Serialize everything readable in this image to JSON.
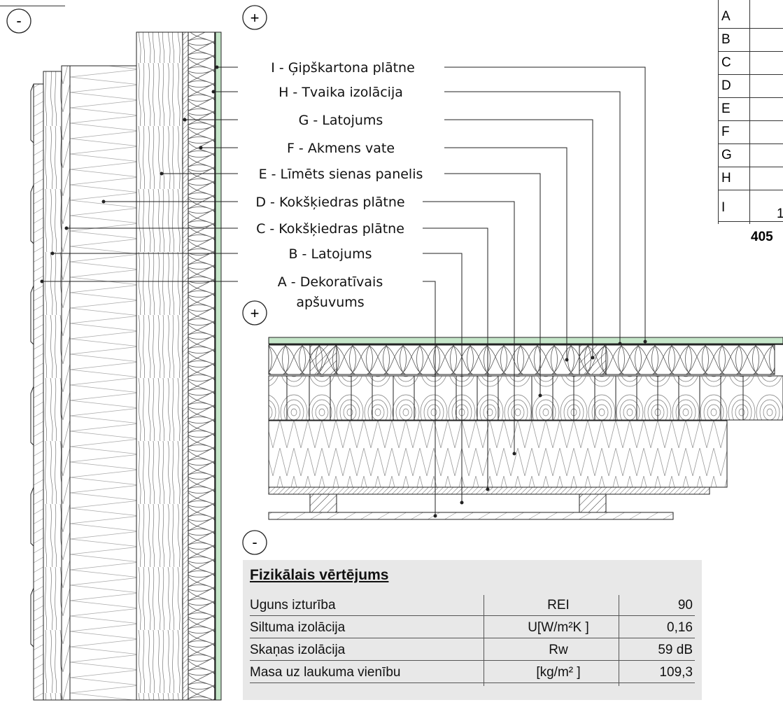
{
  "signs": {
    "minus": "-",
    "plus": "+"
  },
  "labels": [
    {
      "id": "I",
      "text": "I - Ģipškartona plātne"
    },
    {
      "id": "H",
      "text": "H - Tvaika izolācija"
    },
    {
      "id": "G",
      "text": "G - Latojums"
    },
    {
      "id": "F",
      "text": "F - Akmens vate"
    },
    {
      "id": "E",
      "text": "E - Līmēts sienas panelis"
    },
    {
      "id": "D",
      "text": "D - Kokšķiedras plātne"
    },
    {
      "id": "C",
      "text": "C - Kokšķiedras plātne"
    },
    {
      "id": "B",
      "text": "B - Latojums"
    },
    {
      "id": "A",
      "text": "A - Dekoratīvais",
      "text2": "apšuvums"
    }
  ],
  "layer_table": {
    "rows": [
      "A",
      "B",
      "C",
      "D",
      "E",
      "F",
      "G",
      "H",
      "I"
    ],
    "last_value_partial": "1",
    "total_partial": "405"
  },
  "physical": {
    "title": "Fizikālais vērtējums",
    "rows": [
      {
        "name": "Uguns izturība",
        "unit": "REI",
        "value": "90"
      },
      {
        "name": "Siltuma izolācija",
        "unit": "U[W/m²K ]",
        "value": "0,16"
      },
      {
        "name": "Skaņas izolācija",
        "unit": "Rw",
        "value": "59 dB"
      },
      {
        "name": "Masa uz laukuma vienību",
        "unit": "[kg/m² ]",
        "value": "109,3"
      }
    ]
  },
  "colors": {
    "plaster": "#c5e6c9",
    "line": "#222222",
    "panel": "#e8e8e8"
  }
}
